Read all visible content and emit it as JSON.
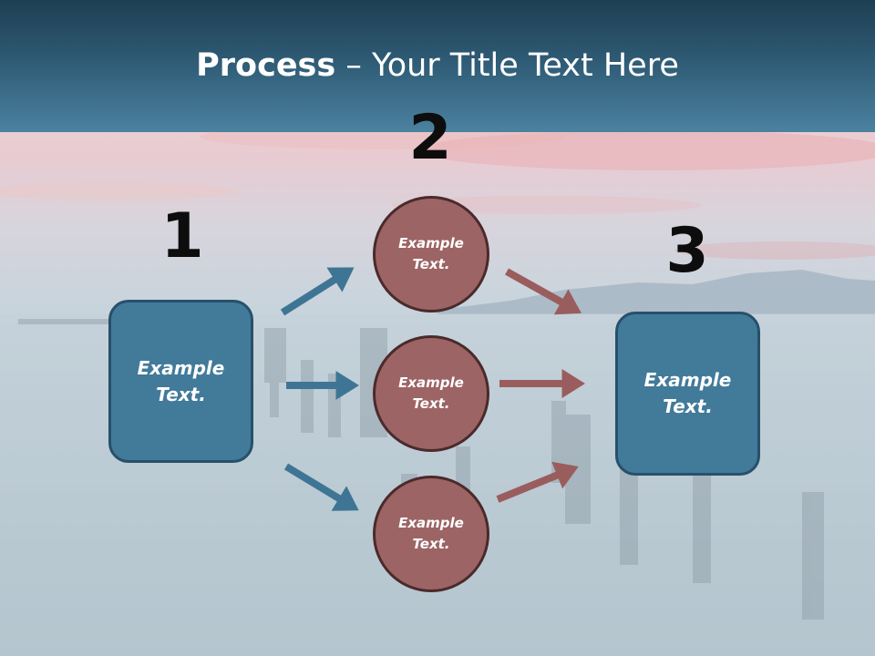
{
  "title": {
    "bold": "Process",
    "rest": " – Your Title Text Here"
  },
  "numbers": [
    "1",
    "2",
    "3"
  ],
  "box1": {
    "label": "Example\nText."
  },
  "box3": {
    "label": "Example\nText."
  },
  "circles": [
    {
      "label": "Example\nText."
    },
    {
      "label": "Example\nText."
    },
    {
      "label": "Example\nText."
    }
  ],
  "colors": {
    "title_bar": "#2e5a74",
    "box_fill": "#427a9a",
    "circle_fill": "#9c6465",
    "blue_arrow": "#3f7594",
    "red_arrow": "#9a5d5d"
  }
}
